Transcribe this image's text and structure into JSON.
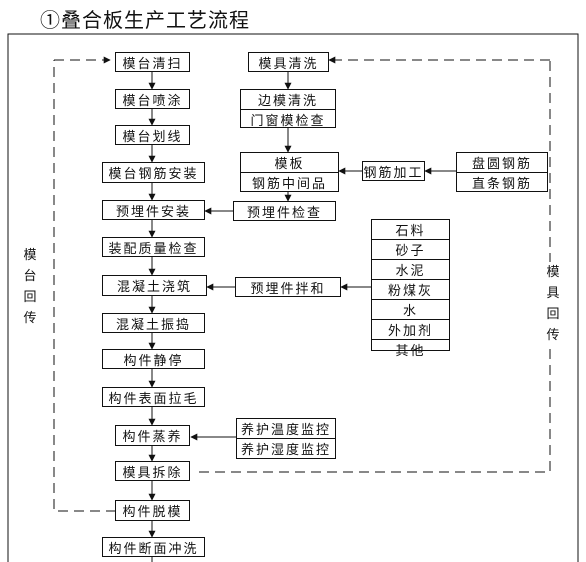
{
  "title": "①叠合板生产工艺流程",
  "main_flow": [
    "模台清扫",
    "模台喷涂",
    "模台划线",
    "模台钢筋安装",
    "预埋件安装",
    "装配质量检查",
    "混凝土浇筑",
    "混凝土振捣",
    "构件静停",
    "构件表面拉毛",
    "构件蒸养",
    "模具拆除",
    "构件脱模",
    "构件断面冲洗"
  ],
  "mold_flow": {
    "clean": "模具清洗",
    "edge_clean": "边模清洗",
    "door_window_check": "门窗模检查",
    "template": "模板",
    "rebar_intermediate": "钢筋中间品",
    "embedded_check": "预埋件检查"
  },
  "rebar": {
    "processing": "钢筋加工",
    "coil": "盘圆钢筋",
    "straight": "直条钢筋"
  },
  "mixing": {
    "label": "预埋件拌和",
    "materials": [
      "石料",
      "砂子",
      "水泥",
      "粉煤灰",
      "水",
      "外加剂",
      "其他"
    ]
  },
  "curing": {
    "temp": "养护温度监控",
    "humidity": "养护湿度监控"
  },
  "loops": {
    "table_return": "模台回传",
    "mold_return": "模具回传"
  }
}
